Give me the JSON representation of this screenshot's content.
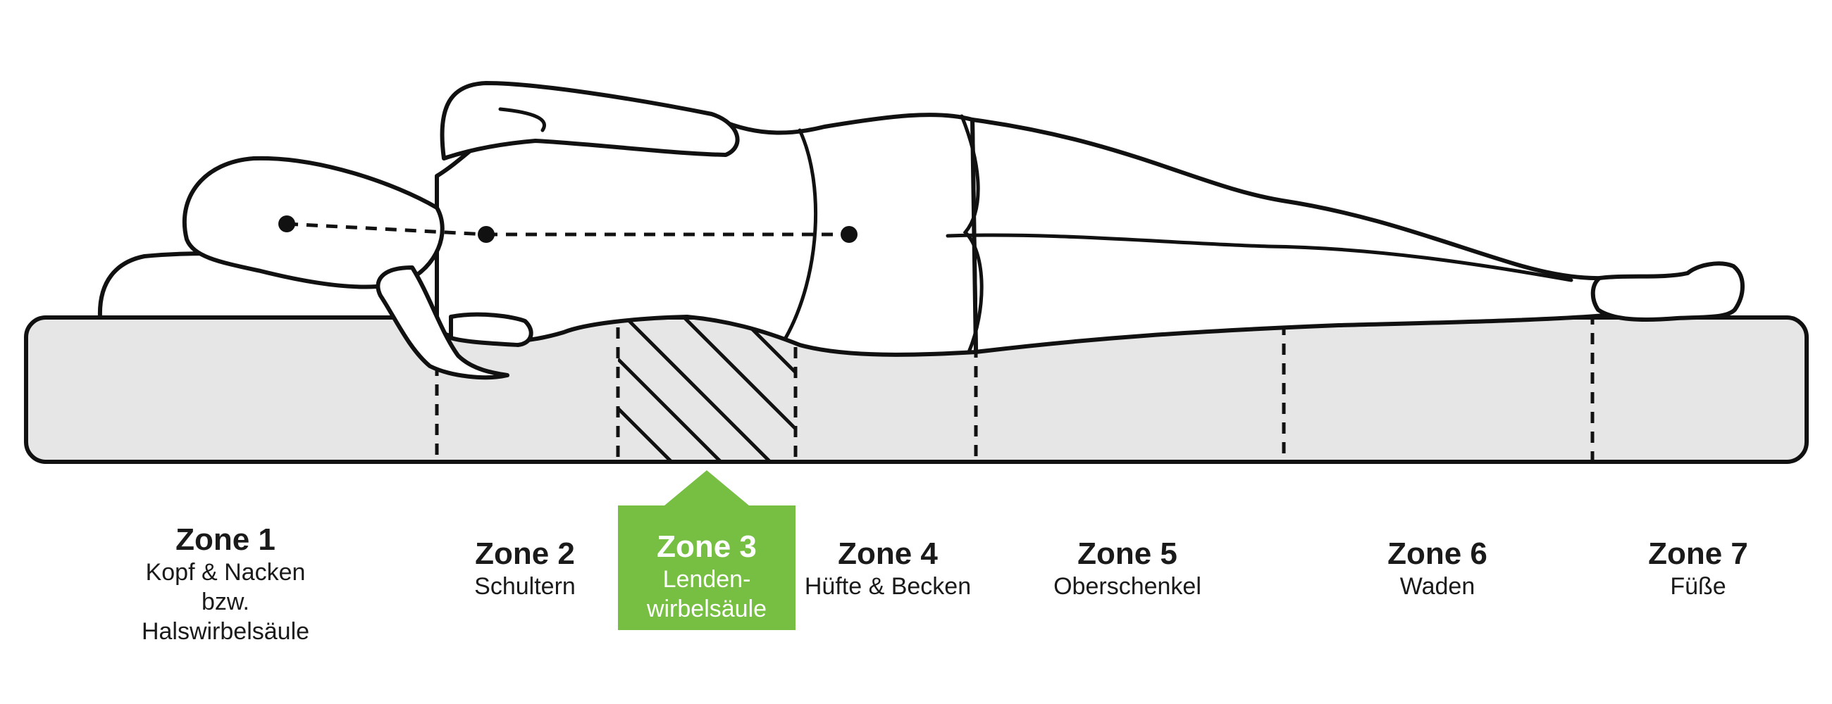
{
  "zones": [
    {
      "title": "Zone 1",
      "desc1": "Kopf & Nacken",
      "desc2": "bzw. Halswirbelsäule"
    },
    {
      "title": "Zone 2",
      "desc1": "Schultern"
    },
    {
      "title": "Zone 3",
      "desc1": "Lenden-",
      "desc2": "wirbelsäule"
    },
    {
      "title": "Zone 4",
      "desc1": "Hüfte & Becken"
    },
    {
      "title": "Zone 5",
      "desc1": "Oberschenkel"
    },
    {
      "title": "Zone 6",
      "desc1": "Waden"
    },
    {
      "title": "Zone 7",
      "desc1": "Füße"
    }
  ],
  "colors": {
    "highlight": "#77bf43",
    "mattress": "#e6e6e6",
    "outline": "#111111"
  },
  "highlighted_zone": 3
}
